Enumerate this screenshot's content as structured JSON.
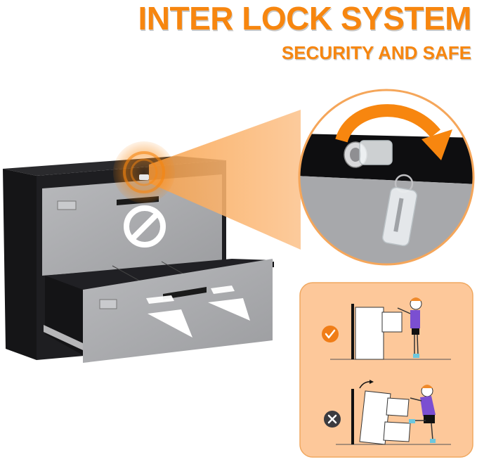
{
  "header": {
    "title": "INTER LOCK SYSTEM",
    "subtitle": "SECURITY AND SAFE"
  },
  "product": {
    "name": "lateral-file-cabinet",
    "drawers": 2,
    "top_drawer_state": "locked",
    "bottom_drawer_state": "open"
  },
  "callout": {
    "subject": "key-lock-closeup",
    "arrow": "rotate-clockwise-arrow"
  },
  "safety_panel": {
    "correct": {
      "icon": "check-icon",
      "meaning": "cabinet anchored, child pulls drawer"
    },
    "incorrect": {
      "icon": "cross-icon",
      "meaning": "cabinet tips over when child climbs"
    }
  },
  "colors": {
    "accent": "#f7860f",
    "panel_bg": "#fdc89a",
    "cabinet_body": "#1c1c1e",
    "drawer_front": "#a9aaad",
    "dark_badge": "#3b3b3f"
  }
}
